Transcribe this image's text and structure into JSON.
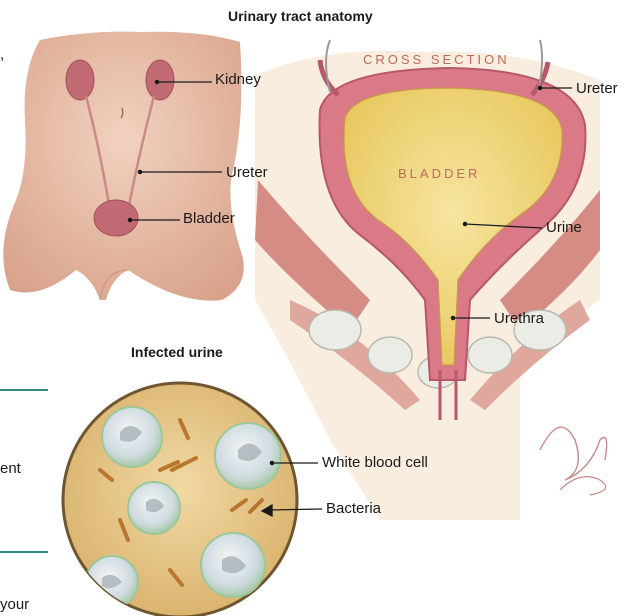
{
  "titles": {
    "anatomy": "Urinary tract anatomy",
    "infected": "Infected urine"
  },
  "body_labels": {
    "kidney": "Kidney",
    "ureter": "Ureter",
    "bladder": "Bladder"
  },
  "cross_section": {
    "heading": "CROSS SECTION",
    "bladder": "BLADDER",
    "ureter": "Ureter",
    "urine": "Urine",
    "urethra": "Urethra"
  },
  "infected_labels": {
    "white_blood_cell": "White blood cell",
    "bacteria": "Bacteria"
  },
  "edge_text": {
    "comma": ",",
    "fragment_ent": "ent",
    "fragment_your": "your"
  },
  "colors": {
    "skin": "#e9c3ae",
    "bladder_wall": "#d97a86",
    "urine": "#f1d77a",
    "teal_rule": "#2a8a8a",
    "microscope_bg": "#e8c98a"
  }
}
